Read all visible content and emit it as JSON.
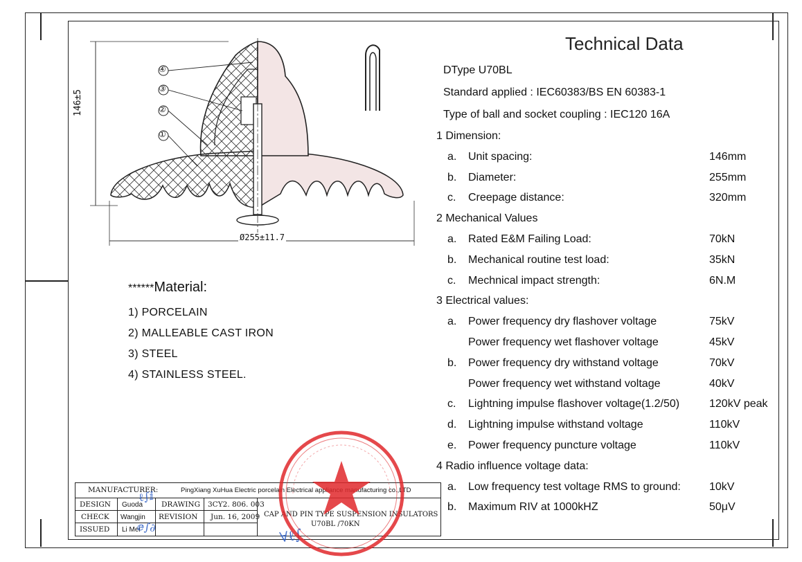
{
  "drawing": {
    "dimension_height": "146±5",
    "dimension_diameter": "Ø255±11.7",
    "callouts": [
      "④",
      "③",
      "②",
      "①"
    ]
  },
  "material": {
    "stars": "******",
    "title": "Material:",
    "items": [
      "1) PORCELAIN",
      "2) MALLEABLE CAST IRON",
      "3) STEEL",
      "4) STAINLESS STEEL."
    ]
  },
  "technical": {
    "title": "Technical Data",
    "type_line": "DType U70BL",
    "standard_line": "Standard applied : IEC60383/BS EN 60383-1",
    "coupling_line": "Type of ball and socket coupling : IEC120 16A",
    "sections": [
      {
        "heading": "1 Dimension:",
        "rows": [
          {
            "mark": "a.",
            "label": "Unit spacing:",
            "value": "146mm"
          },
          {
            "mark": "b.",
            "label": "Diameter:",
            "value": "255mm"
          },
          {
            "mark": "c.",
            "label": "Creepage distance:",
            "value": "320mm"
          }
        ]
      },
      {
        "heading": "2 Mechanical Values",
        "rows": [
          {
            "mark": "a.",
            "label": "Rated E&M Failing Load:",
            "value": "70kN"
          },
          {
            "mark": "b.",
            "label": "Mechanical routine test load:",
            "value": "35kN"
          },
          {
            "mark": "c.",
            "label": "Mechnical impact strength:",
            "value": "6N.M"
          }
        ]
      },
      {
        "heading": "3 Electrical values:",
        "rows": [
          {
            "mark": "a.",
            "label": "Power frequency dry flashover voltage",
            "value": "75kV"
          },
          {
            "mark": "",
            "label": "Power frequency wet flashover voltage",
            "value": "45kV"
          },
          {
            "mark": "b.",
            "label": "Power frequency dry withstand voltage",
            "value": "70kV"
          },
          {
            "mark": "",
            "label": "Power frequency wet withstand voltage",
            "value": "40kV"
          },
          {
            "mark": "c.",
            "label": "Lightning impulse flashover voltage(1.2/50)",
            "value": "120kV peak"
          },
          {
            "mark": "d.",
            "label": "Lightning impulse withstand voltage",
            "value": "110kV"
          },
          {
            "mark": "e.",
            "label": "Power frequency puncture voltage",
            "value": "110kV"
          }
        ]
      },
      {
        "heading": "4 Radio influence voltage data:",
        "rows": [
          {
            "mark": "a.",
            "label": "Low frequency test voltage RMS to ground:",
            "value": "10kV"
          },
          {
            "mark": "b.",
            "label": "Maximum RIV at 1000kHZ",
            "value": "50μV"
          }
        ]
      }
    ]
  },
  "title_block": {
    "manufacturer_label": "MANUFACTURER:",
    "manufacturer_value": "PingXiang XuHua Electric porcelain Electrical appliance manufacturing co.,LTD",
    "design_label": "DESIGN",
    "design_value": "Guoda",
    "check_label": "CHECK",
    "check_value": "Wangjin",
    "issued_label": "ISSUED",
    "issued_value": "Li Mei",
    "drawing_label": "DRAWING",
    "drawing_value": "3CY2. 806. 003",
    "revision_label": "REVISION",
    "revision_value": "Jun. 16, 2009",
    "product_line1": "CAP AND PIN TYPE SUSPENSION INSULATORS",
    "product_line2": "U70BL /70KN"
  },
  "colors": {
    "stamp": "#e0282c",
    "signature": "#2a5cc4",
    "ink": "#222222"
  }
}
